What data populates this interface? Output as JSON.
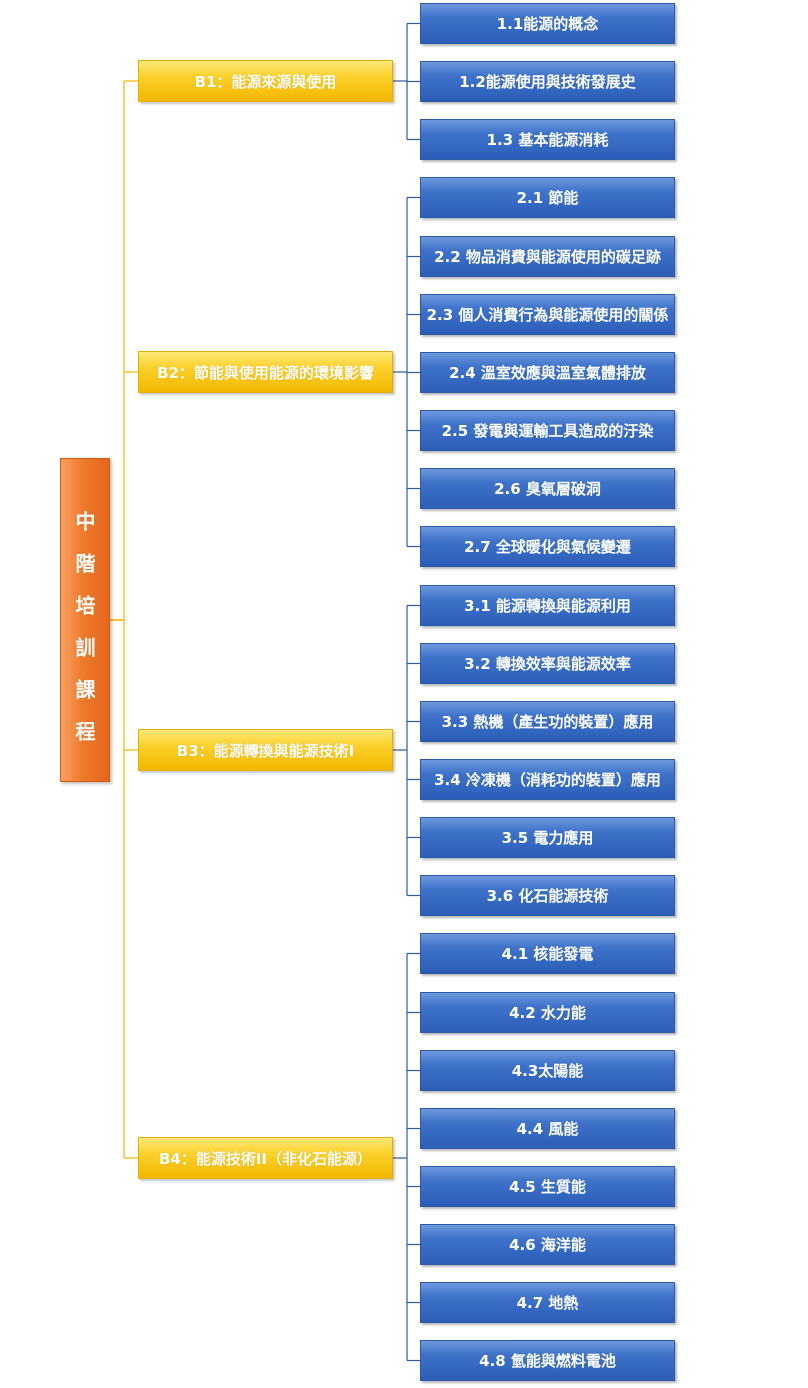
{
  "root": {
    "label": "中階培訓課程"
  },
  "colors": {
    "root": "#ee7a2c",
    "category": "#fbd02a",
    "leaf": "#3f72c9",
    "root_connector": "#fbc02d",
    "leaf_connector": "#2e5aa6"
  },
  "branches": [
    {
      "label": "B1：能源來源與使用",
      "items": [
        "1.1能源的概念",
        "1.2能源使用與技術發展史",
        "1.3 基本能源消耗"
      ]
    },
    {
      "label": "B2：節能與使用能源的環境影響",
      "items": [
        "2.1 節能",
        "2.2 物品消費與能源使用的碳足跡",
        "2.3 個人消費行為與能源使用的關係",
        "2.4 溫室效應與溫室氣體排放",
        "2.5 發電與運輸工具造成的汙染",
        "2.6 臭氧層破洞",
        "2.7 全球暖化與氣候變遷"
      ]
    },
    {
      "label": "B3：能源轉換與能源技術I",
      "items": [
        "3.1 能源轉換與能源利用",
        "3.2 轉換效率與能源效率",
        "3.3 熱機（產生功的裝置）應用",
        "3.4 冷凍機（消耗功的裝置）應用",
        "3.5 電力應用",
        "3.6 化石能源技術"
      ]
    },
    {
      "label": "B4：能源技術II（非化石能源）",
      "items": [
        "4.1 核能發電",
        "4.2 水力能",
        "4.3太陽能",
        "4.4 風能",
        "4.5 生質能",
        "4.6 海洋能",
        "4.7 地熱",
        "4.8 氫能與燃料電池"
      ]
    }
  ]
}
